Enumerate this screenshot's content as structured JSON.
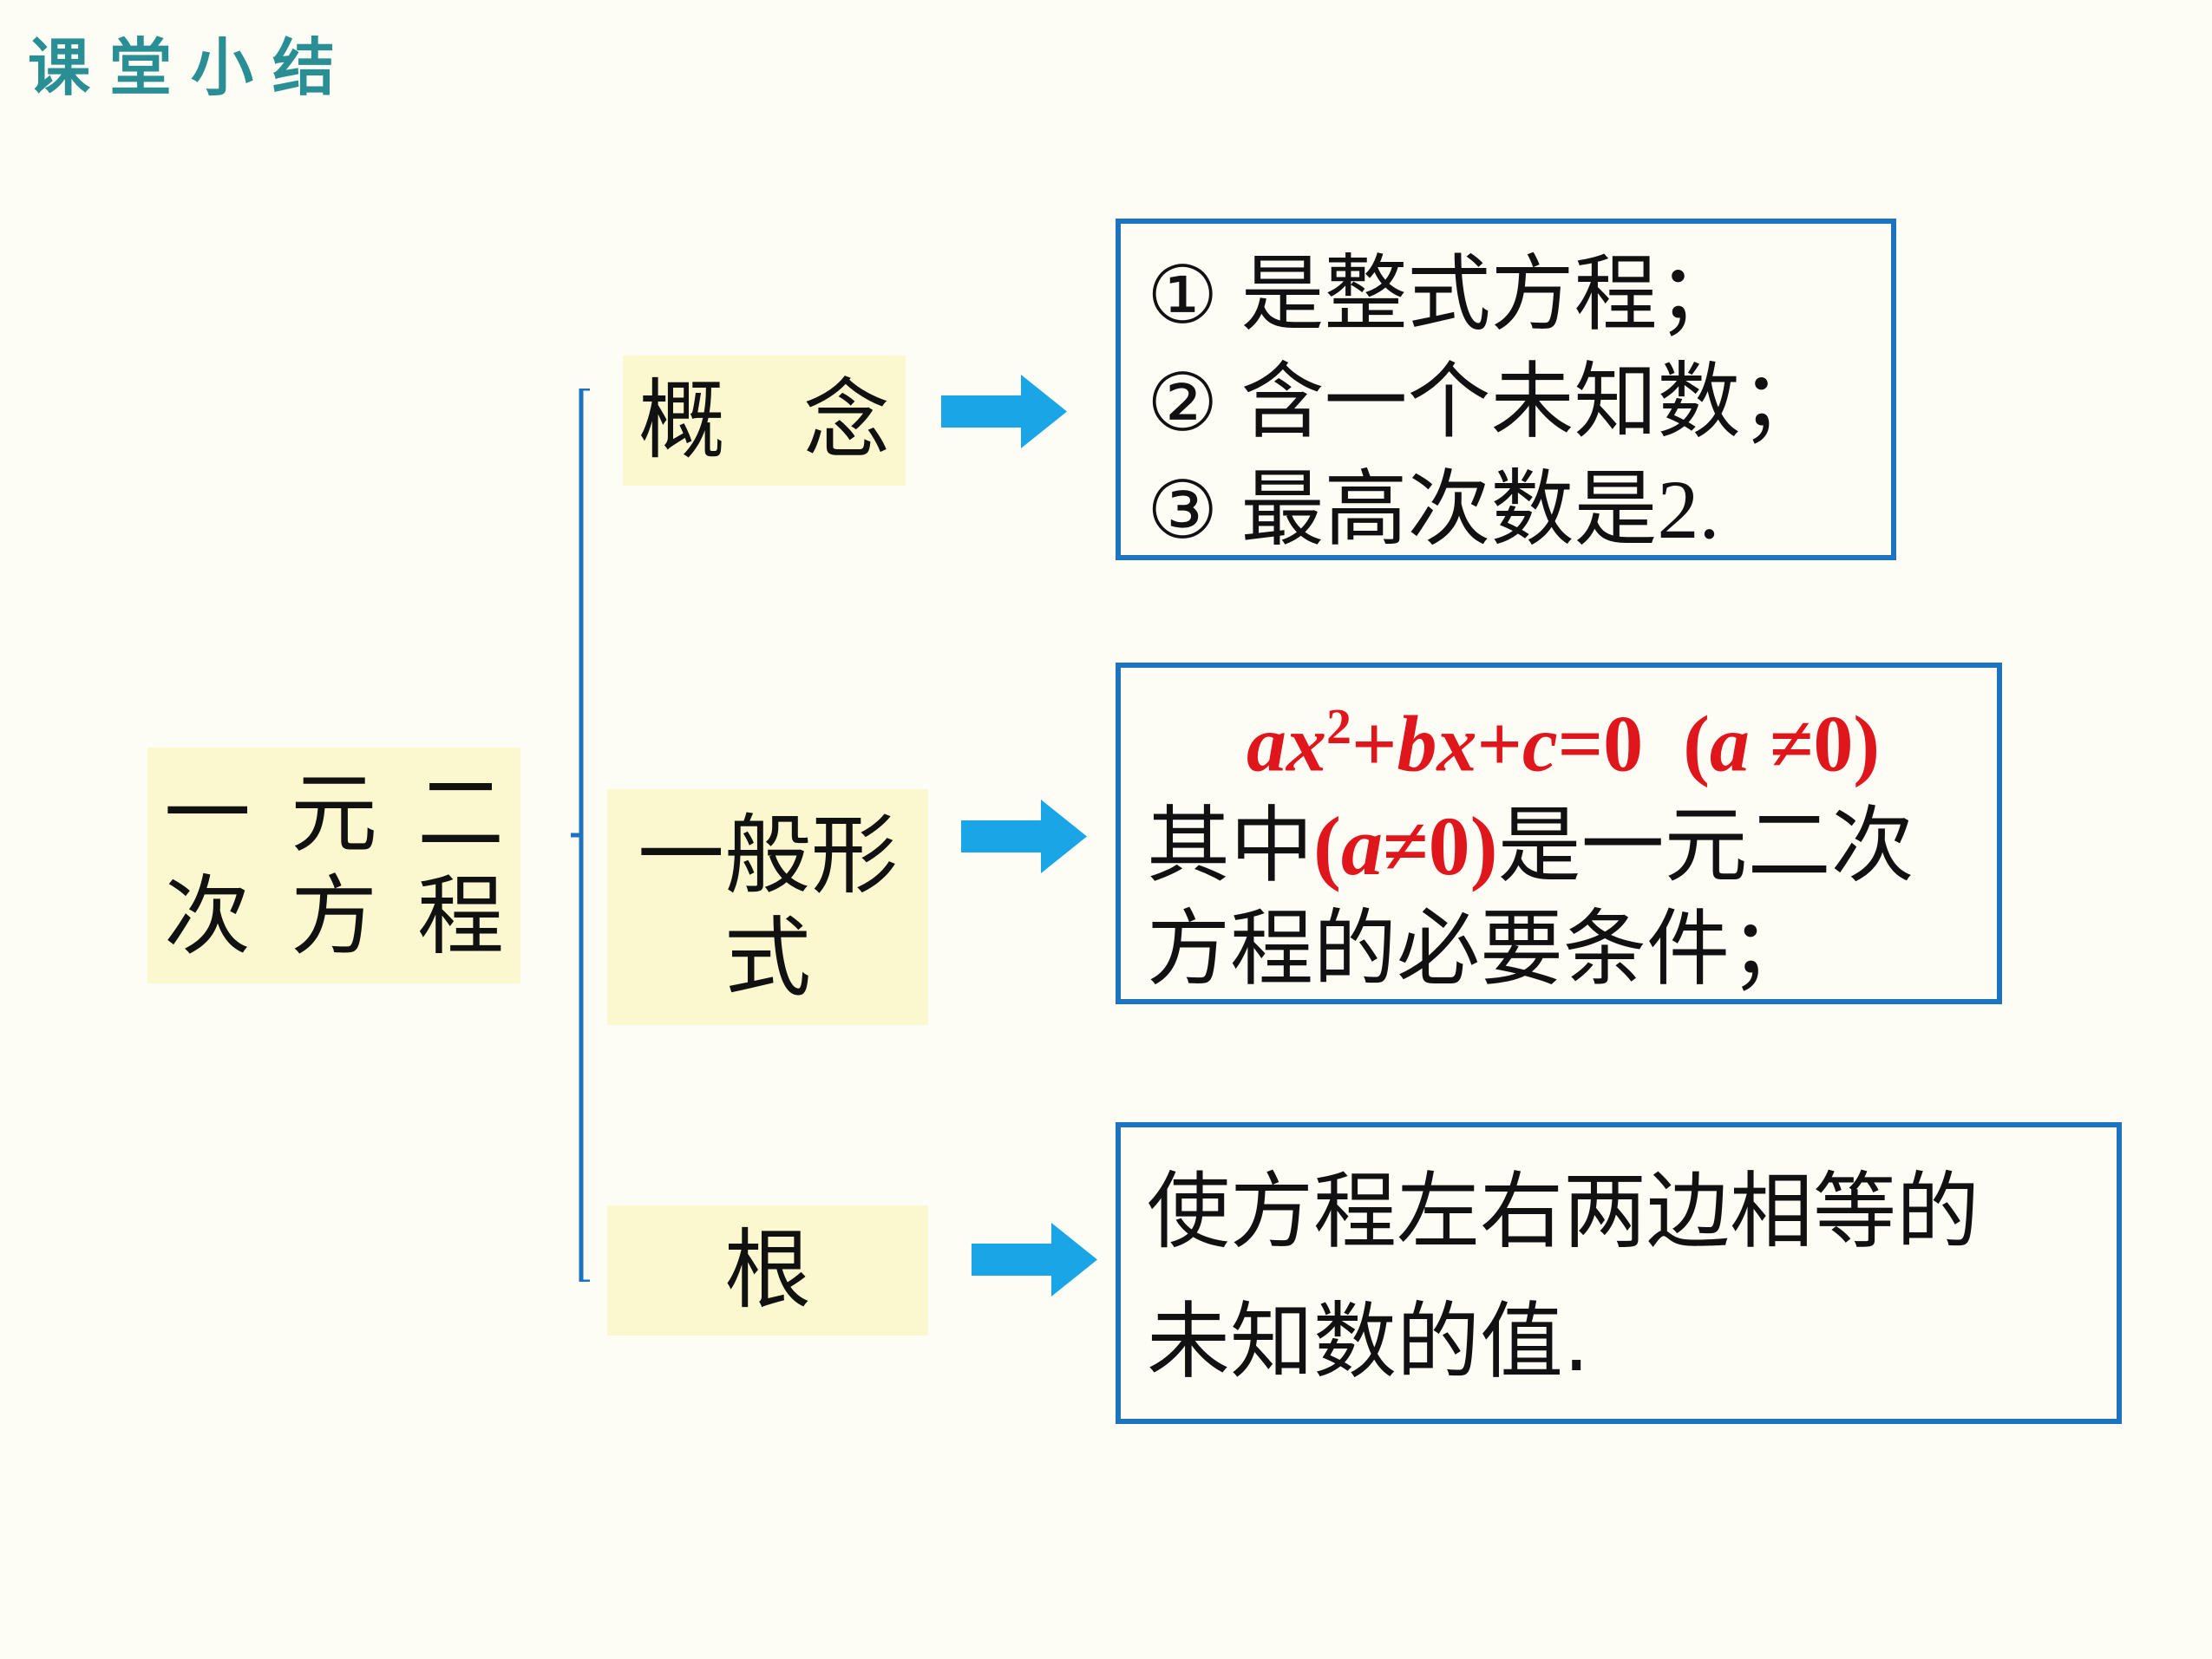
{
  "slide_title": "课堂小结",
  "root_node": {
    "line1": "一元二",
    "line2": "次方程"
  },
  "branches": {
    "concept": {
      "label": "概念",
      "items": [
        {
          "num": "①",
          "text": "是整式方程；"
        },
        {
          "num": "②",
          "text": "含一个未知数；"
        },
        {
          "num": "③",
          "text": "最高次数是",
          "value": "2."
        }
      ]
    },
    "general_form": {
      "label_line1": "一般形",
      "label_line2": "式",
      "formula": {
        "a": "a",
        "x1": "x",
        "exp": "2",
        "plus1": "+",
        "b": "b",
        "x2": "x",
        "plus2": "+",
        "c": "c",
        "eq": "=0",
        "cond_open": "(",
        "cond_a": "a",
        "cond_rest": " ≠0)"
      },
      "desc_prefix": "其中",
      "desc_cond_open": "(",
      "desc_cond_a": "a",
      "desc_cond_rest": "≠0)",
      "desc_line1_suffix": "是一元二次",
      "desc_line2": "方程的必要条件；"
    },
    "root": {
      "label": "根",
      "desc_line1": "使方程左右两边相等的",
      "desc_line2": "未知数的值."
    }
  },
  "colors": {
    "title": "#2a8f94",
    "node_bg": "#fbf8cf",
    "box_border": "#1e73be",
    "arrow": "#1aa6e6",
    "bracket": "#1e73be",
    "formula_red": "#e0161d"
  }
}
